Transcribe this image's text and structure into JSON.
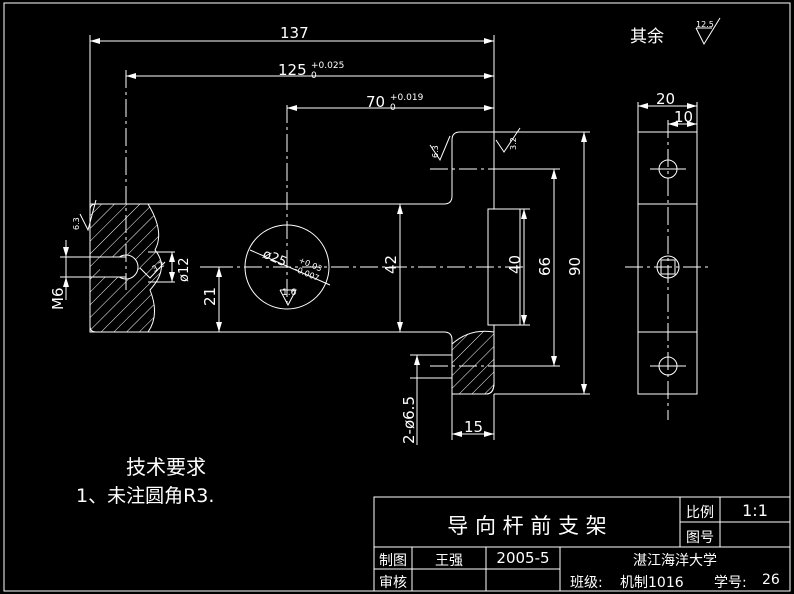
{
  "notes": {
    "remaining_roughness_label": "其余",
    "remaining_roughness_value": "12.5",
    "tech_title": "技术要求",
    "tech_item1": "1、未注圆角R3."
  },
  "dimensions": {
    "d137": "137",
    "d125": "125",
    "d125_tol_upper": "+0.025",
    "d125_tol_lower": "0",
    "d70": "70",
    "d70_tol_upper": "+0.019",
    "d70_tol_lower": "0",
    "d20": "20",
    "d10": "10",
    "d42": "42",
    "d40": "40",
    "d66": "66",
    "d90": "90",
    "d21": "21",
    "m6": "M6",
    "d15": "15",
    "d_phi12": "ø12",
    "d_phi25": "ø25",
    "d_phi25_tol_upper": "+0.03",
    "d_phi25_tol_lower": "-0.007",
    "d_hole2": "2-ø6.5"
  },
  "roughness": {
    "left_face": "6.3",
    "top_face": "6.3",
    "top_face_right": "3.2",
    "small_hole": "3.2",
    "bore": "1.6"
  },
  "title_block": {
    "part_name": "导 向 杆 前 支 架",
    "scale_label": "比例",
    "scale_value": "1:1",
    "drawing_no_label": "图号",
    "drawn_label": "制图",
    "drawer_name": "王强",
    "date": "2005-5",
    "school": "湛江海洋大学",
    "class_label": "班级:",
    "class_value": "机制1016",
    "student_no_label": "学号:",
    "student_no_value": "26",
    "review_label": "审核"
  }
}
